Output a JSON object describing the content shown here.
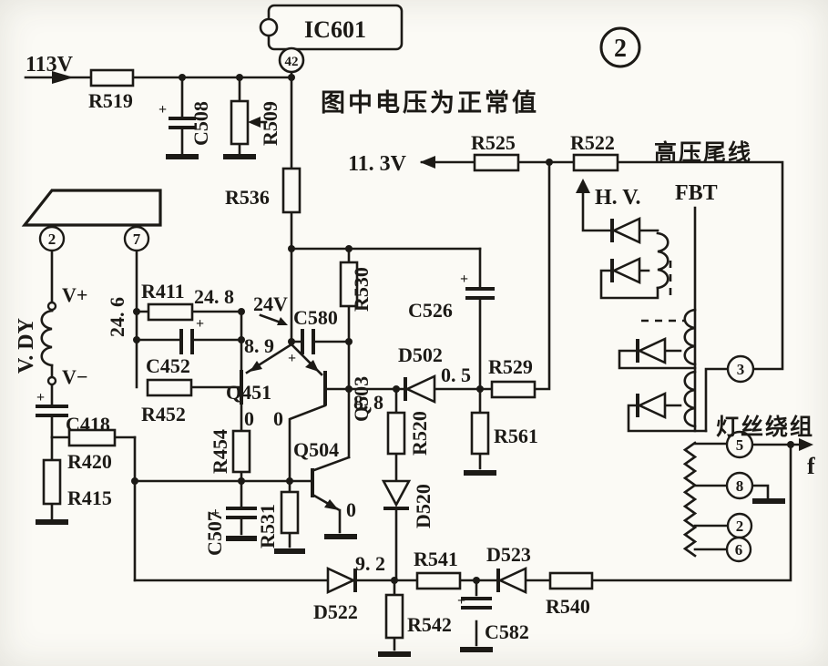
{
  "colors": {
    "ink": "#1c1a16",
    "paper": "#fbfaf5"
  },
  "header": {
    "ic_label": "IC601",
    "ic_pin": "42",
    "page_marker": "2",
    "note": "图中电压为正常值"
  },
  "nets": {
    "v113": "113V",
    "v1130": "11. 3V",
    "v246": "24. 6",
    "v248": "24. 8",
    "v24": "24V",
    "v89": "8. 9",
    "v88": "8. 8",
    "v05": "0. 5",
    "v92": "9. 2",
    "zero": "0"
  },
  "t": {
    "v113": "113V",
    "r519": "R519",
    "c508": "C508",
    "r509": "R509",
    "ic601": "IC601",
    "pin42": "42",
    "note": "图中电压为正常值",
    "page": "2",
    "v1130": "11. 3V",
    "r525": "R525",
    "r522": "R522",
    "hvtail": "高压尾线",
    "hv": "H. V.",
    "fbt": "FBT",
    "r536": "R536",
    "yoke2": "2",
    "yoke7": "7",
    "vdy": "V. DY",
    "vplus": "V+",
    "vminus": "V−",
    "v246": "24. 6",
    "r411": "R411",
    "v248": "24. 8",
    "v24": "24V",
    "c452": "C452",
    "r452": "R452",
    "q451": "Q451",
    "v89": "8. 9",
    "c580": "C580",
    "q503": "Q503",
    "r530": "R530",
    "c526": "C526",
    "d502": "D502",
    "v05": "0. 5",
    "r529": "R529",
    "r561": "R561",
    "v88": "8. 8",
    "r520": "R520",
    "c418": "C418",
    "r420": "R420",
    "r415": "R415",
    "r454": "R454",
    "zero": "0",
    "q504": "Q504",
    "c507": "C507",
    "r531": "R531",
    "d520": "D520",
    "d522": "D522",
    "v92": "9. 2",
    "r541": "R541",
    "r542": "R542",
    "c582": "C582",
    "d523": "D523",
    "r540": "R540",
    "pin3": "3",
    "pin5": "5",
    "pin8": "8",
    "pin2": "2",
    "pin6": "6",
    "filament": "灯丝绕组",
    "f": "f",
    "plus": "+"
  }
}
